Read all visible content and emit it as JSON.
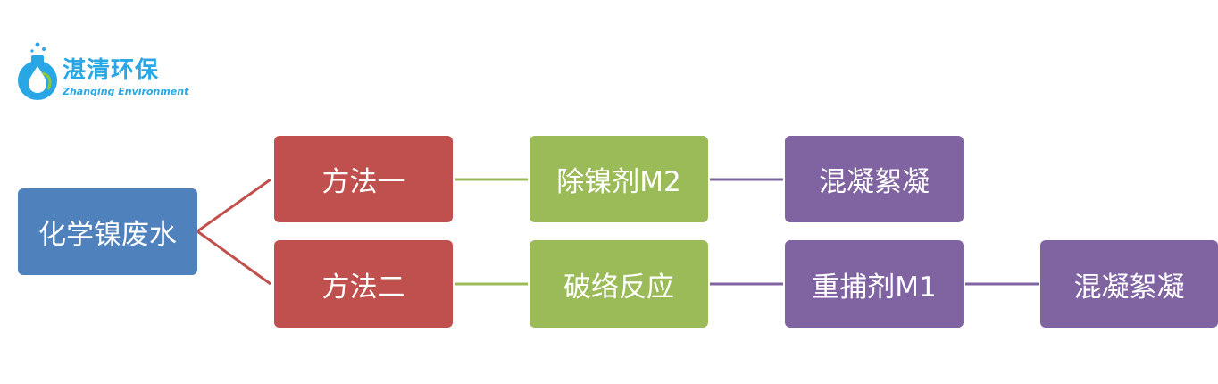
{
  "logo": {
    "name_cn": "湛清环保",
    "name_en": "Zhanqing Environment",
    "icon": "flask-droplet-icon",
    "color": "#29a7e4"
  },
  "colors": {
    "root": "#4f81bd",
    "method": "#c0504d",
    "step2": "#9bbb59",
    "step3": "#8064a2",
    "line_red": "#c0504d",
    "line_green": "#9bbb59",
    "line_purple": "#8064a2"
  },
  "diagram": {
    "root": "化学镍废水",
    "branches": [
      {
        "method": "方法一",
        "steps": [
          "除镍剂M2",
          "混凝絮凝"
        ]
      },
      {
        "method": "方法二",
        "steps": [
          "破络反应",
          "重捕剂M1",
          "混凝絮凝"
        ]
      }
    ]
  }
}
